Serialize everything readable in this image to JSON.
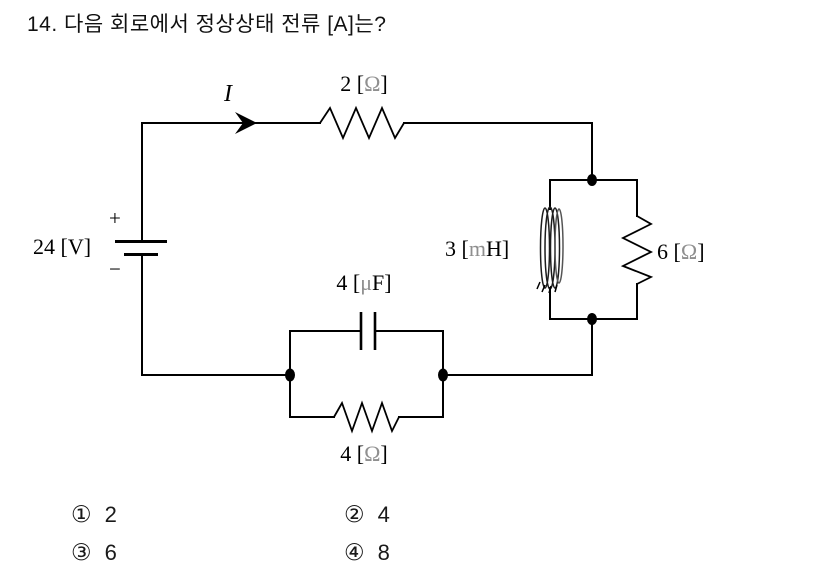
{
  "title": "14. 다음 회로에서 정상상태 전류 [A]는?",
  "circuit": {
    "current_label": "I",
    "source": {
      "label": "24 [V]",
      "plus": "+",
      "minus": "−"
    },
    "resistor_top": {
      "pre": "2 [",
      "sym": "Ω",
      "post": "]"
    },
    "inductor": {
      "pre": "3 [",
      "sym": "m",
      "post": "H]"
    },
    "resistor_right": {
      "pre": "6 [",
      "sym": "Ω",
      "post": "]"
    },
    "capacitor": {
      "pre": "4 [",
      "sym": "μ",
      "post": "F]"
    },
    "resistor_bottom": {
      "pre": "4 [",
      "sym": "Ω",
      "post": "]"
    }
  },
  "answers": [
    {
      "num": "①",
      "value": "2"
    },
    {
      "num": "②",
      "value": "4"
    },
    {
      "num": "③",
      "value": "6"
    },
    {
      "num": "④",
      "value": "8"
    }
  ],
  "colors": {
    "ink": "#000000",
    "unit_symbol_gray": "#8f8f8f",
    "background": "#ffffff"
  }
}
